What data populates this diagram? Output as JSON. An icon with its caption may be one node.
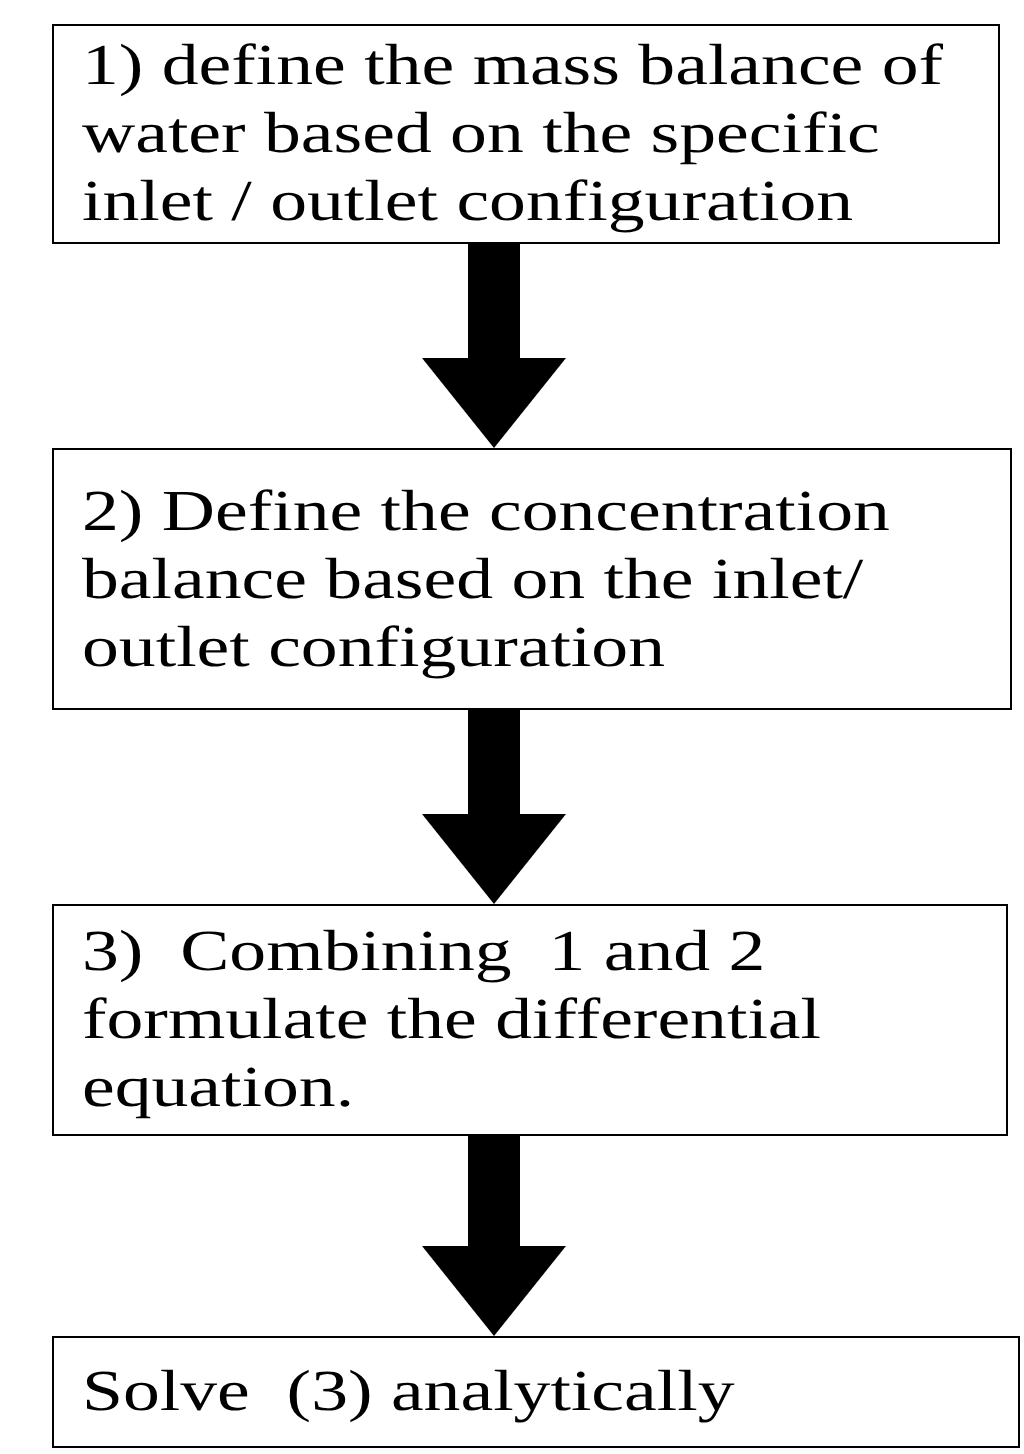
{
  "diagram": {
    "nodes": [
      {
        "text": [
          "1) define the mass balance of water based on the specific inlet / outlet configuration"
        ]
      },
      {
        "text": [
          "2) Define the concentration balance based on the inlet/ outlet configuration"
        ]
      },
      {
        "text": [
          "3)  Combining  1 and 2 formulate the differential equation."
        ]
      },
      {
        "text": [
          "Solve  (3) analytically"
        ]
      }
    ],
    "edges": [
      {
        "from": 0,
        "to": 1,
        "arrow": "to"
      },
      {
        "from": 1,
        "to": 2,
        "arrow": "to"
      },
      {
        "from": 2,
        "to": 3,
        "arrow": "to"
      }
    ]
  }
}
